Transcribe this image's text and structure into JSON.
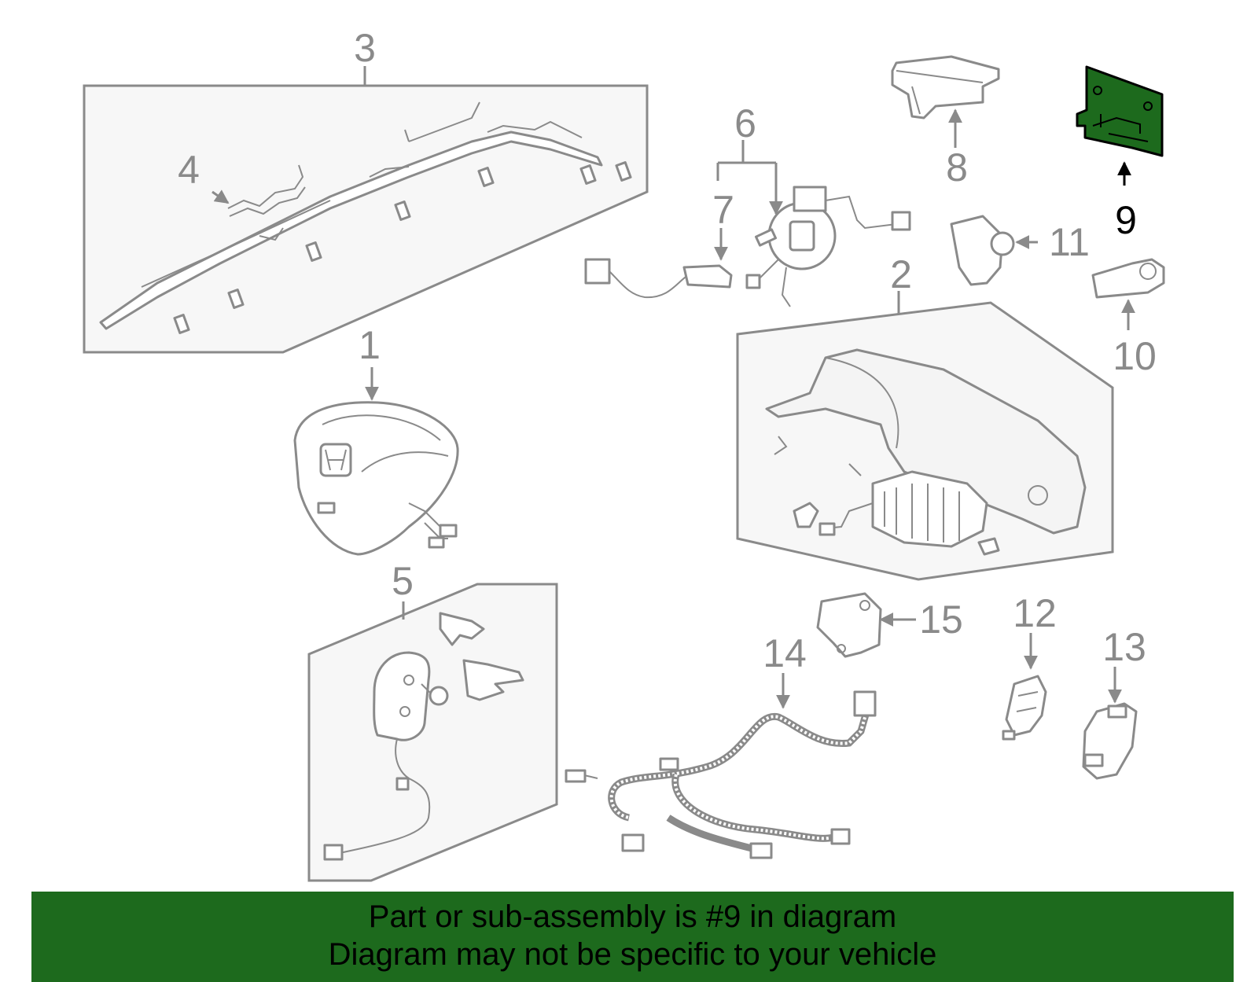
{
  "callouts": [
    "1",
    "2",
    "3",
    "4",
    "5",
    "6",
    "7",
    "8",
    "9",
    "10",
    "11",
    "12",
    "13",
    "14",
    "15"
  ],
  "highlight": {
    "label": "9",
    "color": "#1d6a1d"
  },
  "colors": {
    "line": "#8a8a8a",
    "banner": "#1d6a1d",
    "highlight_text": "#000000"
  },
  "banner": {
    "line1": "Part or sub-assembly is #9 in diagram",
    "line2": "Diagram may not be specific to your vehicle"
  }
}
